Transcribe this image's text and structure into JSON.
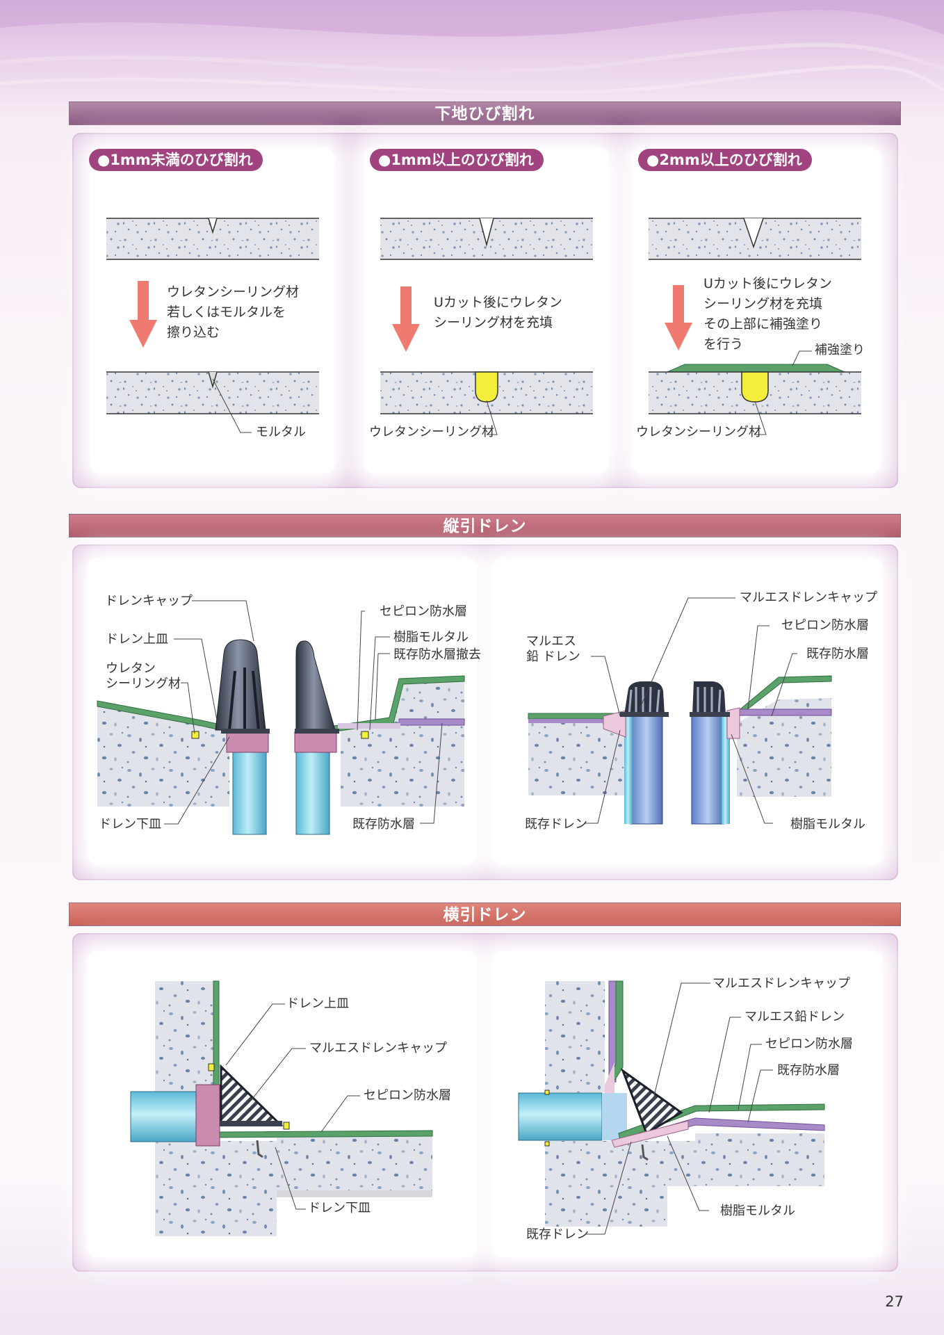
{
  "page_number": "27",
  "section1": {
    "title": "下地ひび割れ",
    "cases": [
      {
        "tab": "●1mm未満のひび割れ",
        "desc": [
          "ウレタンシーリング材",
          "若しくはモルタルを",
          "擦り込む"
        ],
        "label": "モルタル"
      },
      {
        "tab": "●1mm以上のひび割れ",
        "desc": [
          "Uカット後にウレタン",
          "シーリング材を充填"
        ],
        "label": "ウレタンシーリング材"
      },
      {
        "tab": "●2mm以上のひび割れ",
        "desc": [
          "Uカット後にウレタン",
          "シーリング材を充填",
          "その上部に補強塗り",
          "を行う"
        ],
        "label": "ウレタンシーリング材",
        "label2": "補強塗り"
      }
    ]
  },
  "section2": {
    "title": "縦引ドレン",
    "left_labels": [
      "ドレンキャップ",
      "ドレン上皿",
      "ウレタン",
      "シーリング材",
      "ドレン下皿",
      "セピロン防水層",
      "樹脂モルタル",
      "既存防水層撤去",
      "既存防水層"
    ],
    "right_labels": [
      "マルエスドレンキャップ",
      "マルエス",
      "鉛 ドレン",
      "セピロン防水層",
      "既存防水層",
      "既存ドレン",
      "樹脂モルタル"
    ]
  },
  "section3": {
    "title": "横引ドレン",
    "left_labels": [
      "ドレン上皿",
      "マルエスドレンキャップ",
      "セピロン防水層",
      "ドレン下皿"
    ],
    "right_labels": [
      "マルエスドレンキャップ",
      "マルエス鉛ドレン",
      "セピロン防水層",
      "既存防水層",
      "樹脂モルタル",
      "既存ドレン"
    ]
  },
  "colors": {
    "banner1": "#8c5c84",
    "banner2": "#b05a6a",
    "banner3": "#c86258",
    "tab": "#a0437e",
    "arrow": "#ee7a70",
    "sealant": "#f2ee3a",
    "sepilon": "#5aa26a",
    "existing_layer": "#a98ac8",
    "mortar": "#ecc8dc",
    "pipe": "#8fd4e6"
  }
}
